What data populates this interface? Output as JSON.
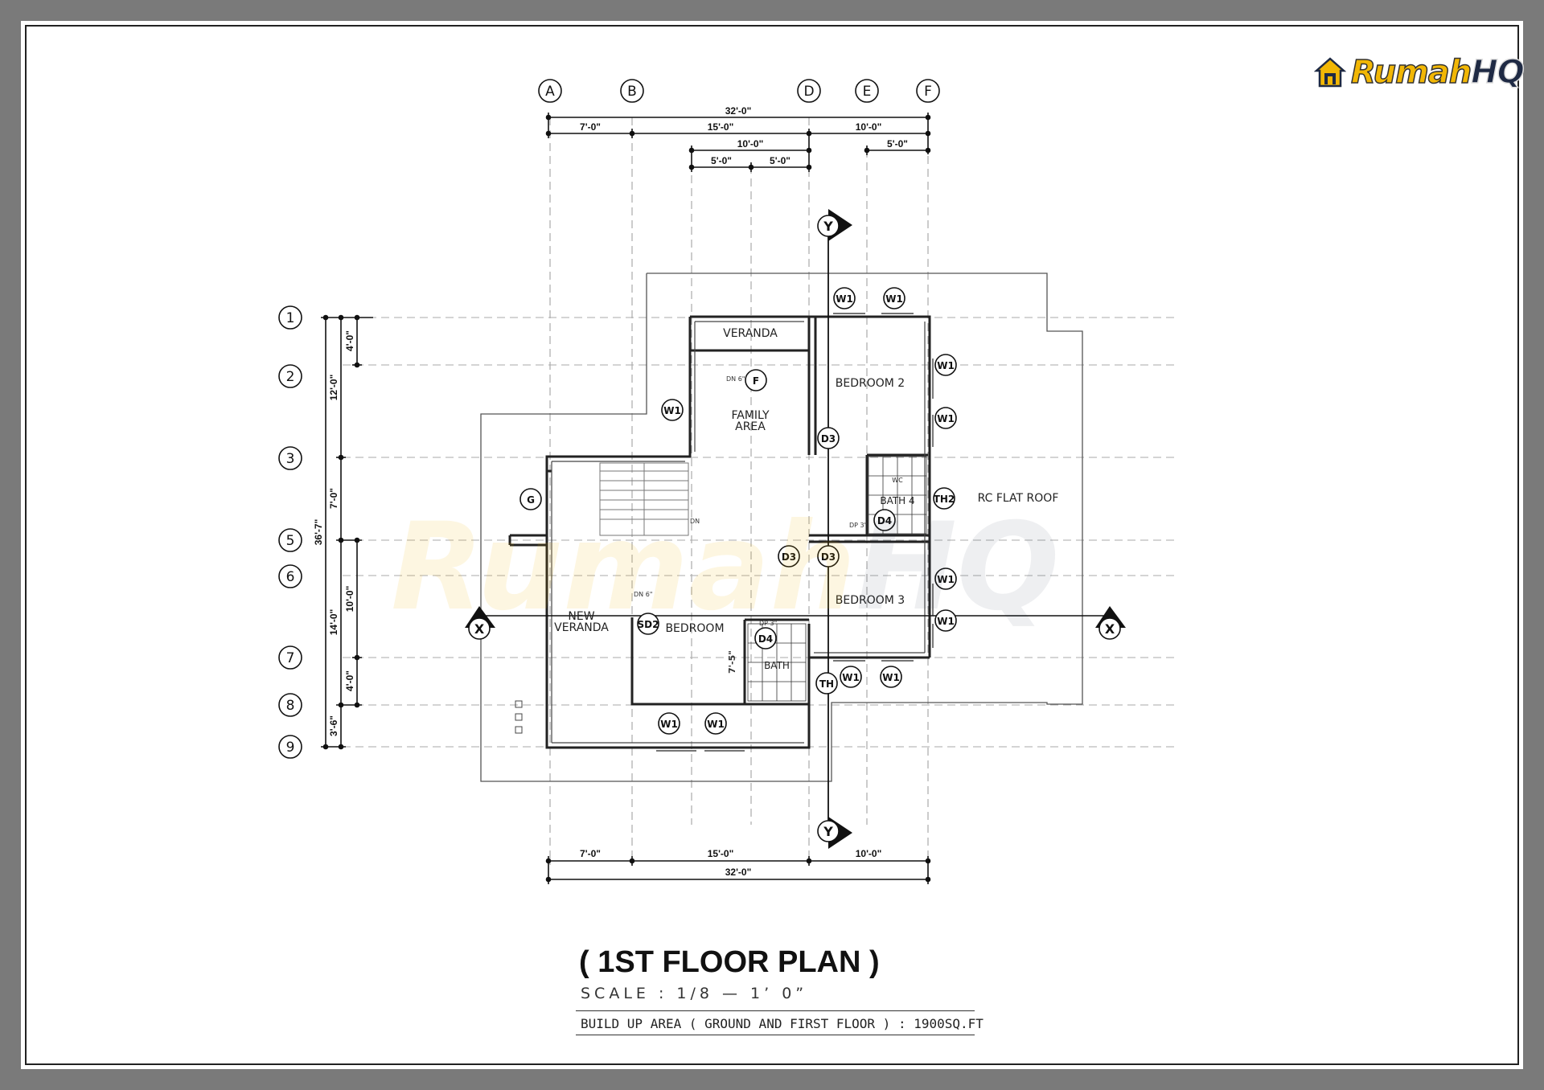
{
  "logo": {
    "text_a": "Rumah",
    "text_b": "HQ"
  },
  "watermark": {
    "text_a": "Rumah",
    "text_b": "HQ"
  },
  "column_grid": [
    "A",
    "B",
    "D",
    "E",
    "F"
  ],
  "row_grid": [
    "1",
    "2",
    "3",
    "5",
    "6",
    "7",
    "8",
    "9"
  ],
  "dims_top": {
    "overall": "32'-0\"",
    "ab": "7'-0\"",
    "bd": "15'-0\"",
    "df": "10'-0\"",
    "inner": "10'-0\"",
    "half1": "5'-0\"",
    "half2": "5'-0\"",
    "ef": "5'-0\""
  },
  "dims_bottom": {
    "overall": "32'-0\"",
    "ab": "7'-0\"",
    "bd": "15'-0\"",
    "df": "10'-0\""
  },
  "dims_left": {
    "overall": "36'-7\"",
    "r12": "4'-0\"",
    "r13": "12'-0\"",
    "r35": "7'-0\"",
    "r57": "14'-0\"",
    "r67": "10'-0\"",
    "r78": "4'-0\"",
    "r89": "3'-6\""
  },
  "rooms": {
    "veranda": "VERANDA",
    "family_1": "FAMILY",
    "family_2": "AREA",
    "bedroom2": "BEDROOM  2",
    "bedroom3": "BEDROOM  3",
    "bedroom": "BEDROOM",
    "new_veranda_1": "NEW",
    "new_veranda_2": "VERANDA",
    "bath4": "BATH 4",
    "bath": "BATH",
    "flat_roof": "RC  FLAT  ROOF",
    "wc": "WC"
  },
  "notes": {
    "dn1": "DN  6\"",
    "dn2": "DN  6\"",
    "dn3": "DN",
    "dim7": "7'-5\"",
    "dp1": "DP  3\"",
    "dp2": "DP  3\""
  },
  "tags": {
    "w1": "W1",
    "f": "F",
    "g": "G",
    "d3": "D3",
    "d4": "D4",
    "th2": "TH2",
    "th": "TH",
    "sd2": "SD2"
  },
  "section": {
    "x": "X",
    "y": "Y"
  },
  "title": "( 1ST FLOOR PLAN )",
  "scale": "SCALE  :  1/8  —  1’  0”",
  "build_area": "BUILD UP AREA ( GROUND AND FIRST FLOOR )  : 1900SQ.FT"
}
